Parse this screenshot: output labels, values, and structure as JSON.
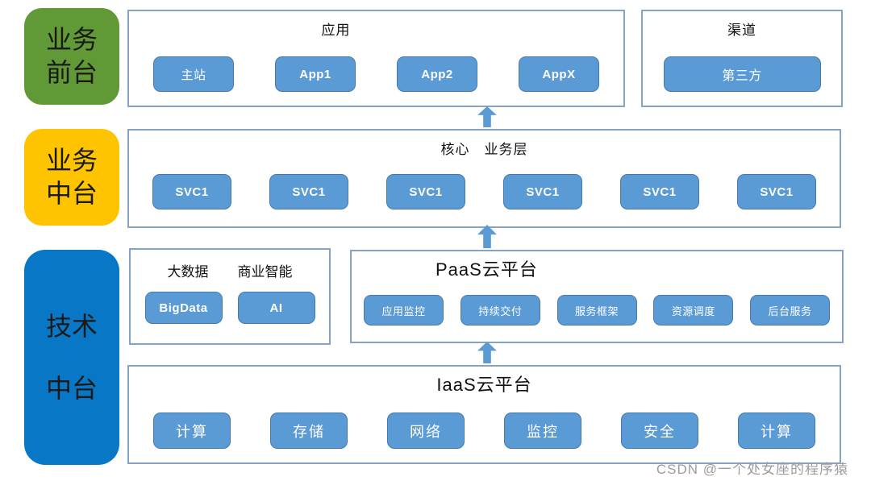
{
  "page": {
    "watermark": "CSDN @一个处女座的程序猿"
  },
  "colors": {
    "rail_green": "#609935",
    "rail_yellow": "#FFC400",
    "rail_blue": "#0878C6",
    "node_fill": "#5B9BD5",
    "node_border": "#4579AE",
    "frame_border": "#86A3C3",
    "watermark_gray": "#9C9C9C"
  },
  "rail": [
    {
      "lines": [
        "业务",
        "前台"
      ]
    },
    {
      "lines": [
        "业务",
        "中台"
      ]
    },
    {
      "lines": [
        "技术",
        "中台"
      ]
    }
  ],
  "sections": {
    "apps": {
      "title": "应用",
      "buttons": [
        "主站",
        "App1",
        "App2",
        "AppX"
      ]
    },
    "channels": {
      "title": "渠道",
      "buttons": [
        "第三方"
      ]
    },
    "core": {
      "title": "核心　业务层",
      "buttons": [
        "SVC1",
        "SVC1",
        "SVC1",
        "SVC1",
        "SVC1",
        "SVC1"
      ]
    },
    "bigdata": {
      "titles": [
        "大数据",
        "商业智能"
      ],
      "buttons": [
        "BigData",
        "AI"
      ]
    },
    "paas": {
      "title": "PaaS云平台",
      "buttons": [
        "应用监控",
        "持续交付",
        "服务框架",
        "资源调度",
        "后台服务"
      ]
    },
    "iaas": {
      "title": "IaaS云平台",
      "buttons": [
        "计算",
        "存储",
        "网络",
        "监控",
        "安全",
        "计算"
      ]
    }
  }
}
